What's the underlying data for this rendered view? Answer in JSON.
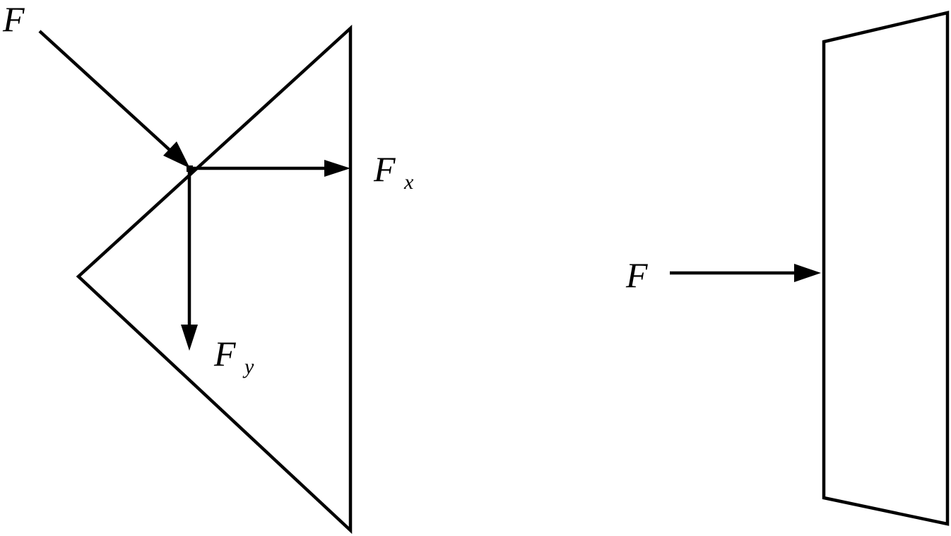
{
  "diagram": {
    "left_figure": {
      "force_label": "F",
      "fx_main": "F",
      "fx_sub": "x",
      "fy_main": "F",
      "fy_sub": "y"
    },
    "right_figure": {
      "force_label": "F"
    }
  }
}
